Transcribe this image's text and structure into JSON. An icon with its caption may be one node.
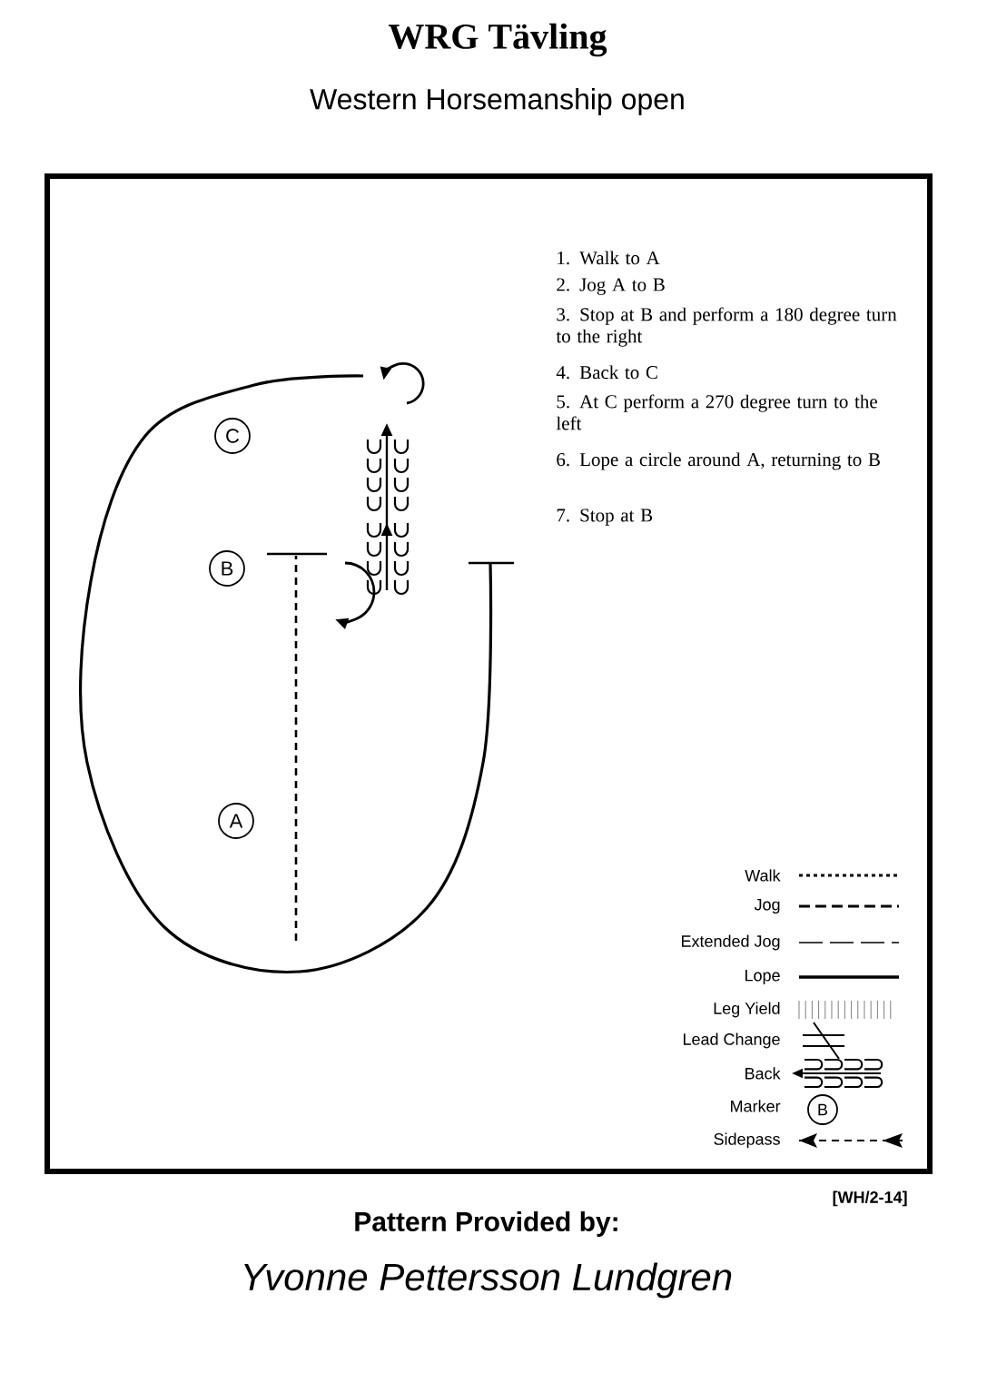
{
  "diagram": {
    "title": "WRG Tävling",
    "nodes": [
      {
        "text": [
          "C"
        ]
      },
      {
        "text": [
          "B"
        ]
      },
      {
        "text": [
          "A"
        ]
      },
      {
        "text": [
          "B"
        ]
      }
    ],
    "labels": [
      "Western Horsemanship open",
      "1. Walk to A",
      "2. Jog A to B",
      "3. Stop at B and perform a 180 degree turn to the right",
      "4.  Back to C",
      "5. At C perform a 270 degree turn to the left",
      "6. Lope a circle around A, returning to B",
      "7. Stop at B",
      "[WH/2-14]",
      "Pattern Provided by:",
      "Yvonne Pettersson Lundgren"
    ],
    "legend": [
      {
        "text": "Walk"
      },
      {
        "text": "Jog"
      },
      {
        "text": "Extended Jog"
      },
      {
        "text": "Lope"
      },
      {
        "text": "Leg Yield"
      },
      {
        "text": "Lead Change"
      },
      {
        "text": "Back"
      },
      {
        "text": "Marker"
      },
      {
        "text": "Sidepass"
      }
    ]
  }
}
